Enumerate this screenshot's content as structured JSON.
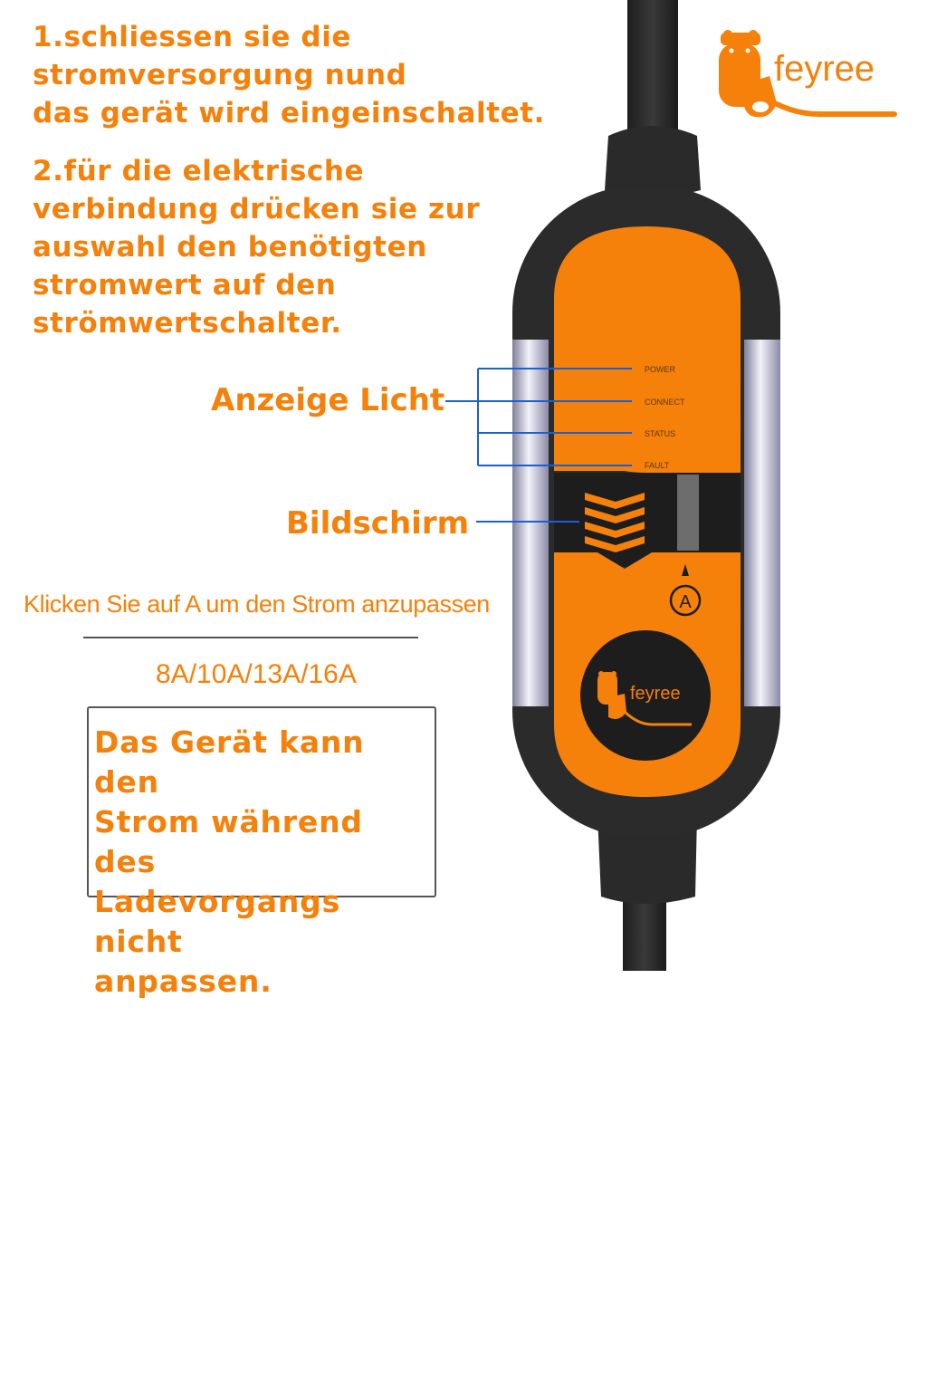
{
  "brand": {
    "name": "feyree"
  },
  "colors": {
    "accent": "#f5800a",
    "device_dark": "#2b2b2b",
    "leader_line": "#1f5ecf"
  },
  "instructions": {
    "step1": "1.schliessen sie die\nstromversorgung nund\ndas gerät wird eingeinschaltet.",
    "step2": "2.für die elektrische\nverbindung drücken sie zur\nauswahl den benötigten\nstromwert auf den\nströmwertschalter."
  },
  "labels": {
    "indicator": "Anzeige Licht",
    "screen": "Bildschirm",
    "click_note": "Klicken Sie auf A um den Strom anzupassen",
    "current_values": "8A/10A/13A/16A",
    "warning": "Das Gerät kann den\nStrom während des\nLadevorgangs nicht\nanpassen."
  },
  "device": {
    "leds": [
      "POWER",
      "CONNECT",
      "STATUS",
      "FAULT"
    ],
    "button_label": "A",
    "icons": [
      "beaver-logo-icon",
      "chevron-arrows-icon",
      "triangle-up-icon"
    ]
  }
}
